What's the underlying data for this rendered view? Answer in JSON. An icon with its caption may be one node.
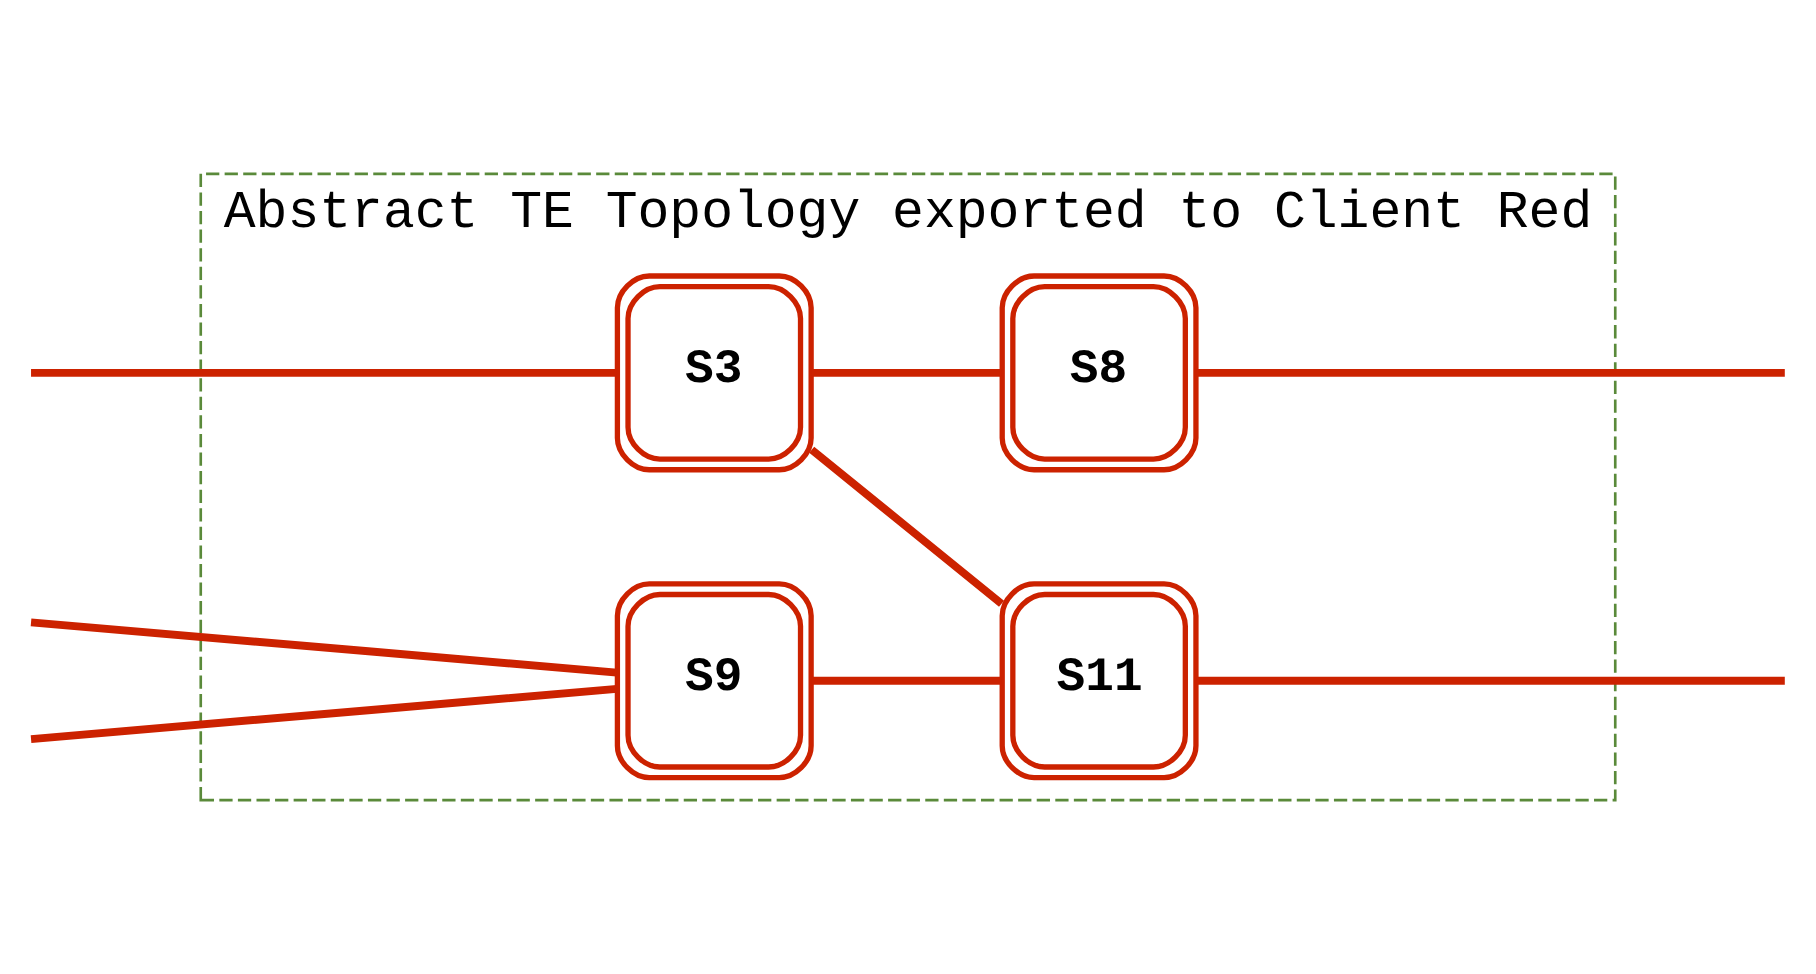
{
  "diagram": {
    "nodes": [
      {
        "text": [
          "Abstract TE Topology exported to Client Red"
        ]
      },
      {
        "text": [
          "S3"
        ],
        "in": 0
      },
      {
        "text": [
          "S8"
        ],
        "in": 0
      },
      {
        "text": [
          "S9"
        ],
        "in": 0
      },
      {
        "text": [
          "S11"
        ],
        "in": 0
      }
    ],
    "edges": [
      {
        "from": null,
        "to": 1,
        "arrow": "none"
      },
      {
        "from": 1,
        "to": 2,
        "arrow": "none"
      },
      {
        "from": 1,
        "to": 4,
        "arrow": "none"
      },
      {
        "from": 2,
        "to": null,
        "arrow": "none"
      },
      {
        "from": null,
        "to": 3,
        "arrow": "none"
      },
      {
        "from": null,
        "to": 3,
        "arrow": "none"
      },
      {
        "from": 3,
        "to": 4,
        "arrow": "none"
      },
      {
        "from": 4,
        "to": null,
        "arrow": "none"
      }
    ]
  }
}
